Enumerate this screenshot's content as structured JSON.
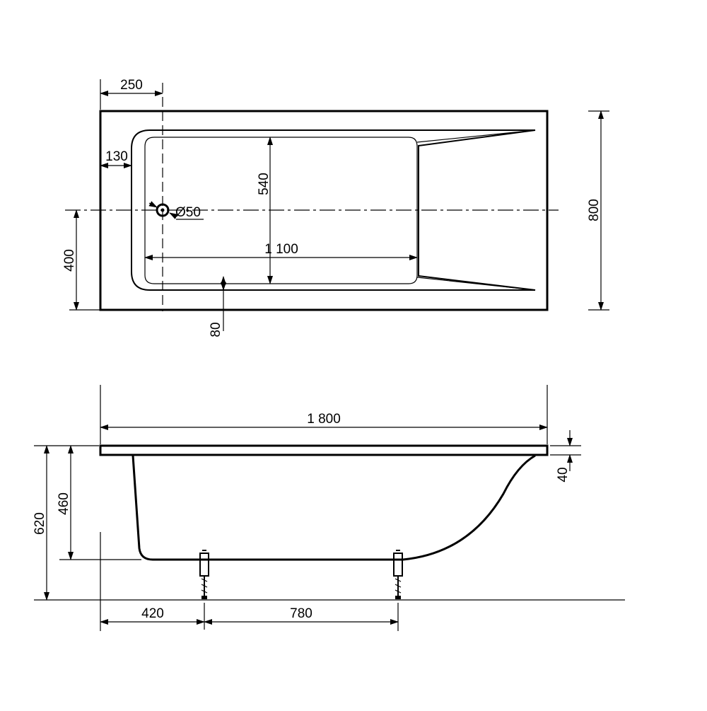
{
  "top_view": {
    "dim_250": "250",
    "dim_130": "130",
    "dim_540": "540",
    "dim_drain": "Ø50",
    "dim_1100": "1 100",
    "dim_400": "400",
    "dim_80": "80",
    "dim_800": "800"
  },
  "side_view": {
    "dim_1800": "1 800",
    "dim_40": "40",
    "dim_460": "460",
    "dim_620": "620",
    "dim_420": "420",
    "dim_780": "780"
  }
}
